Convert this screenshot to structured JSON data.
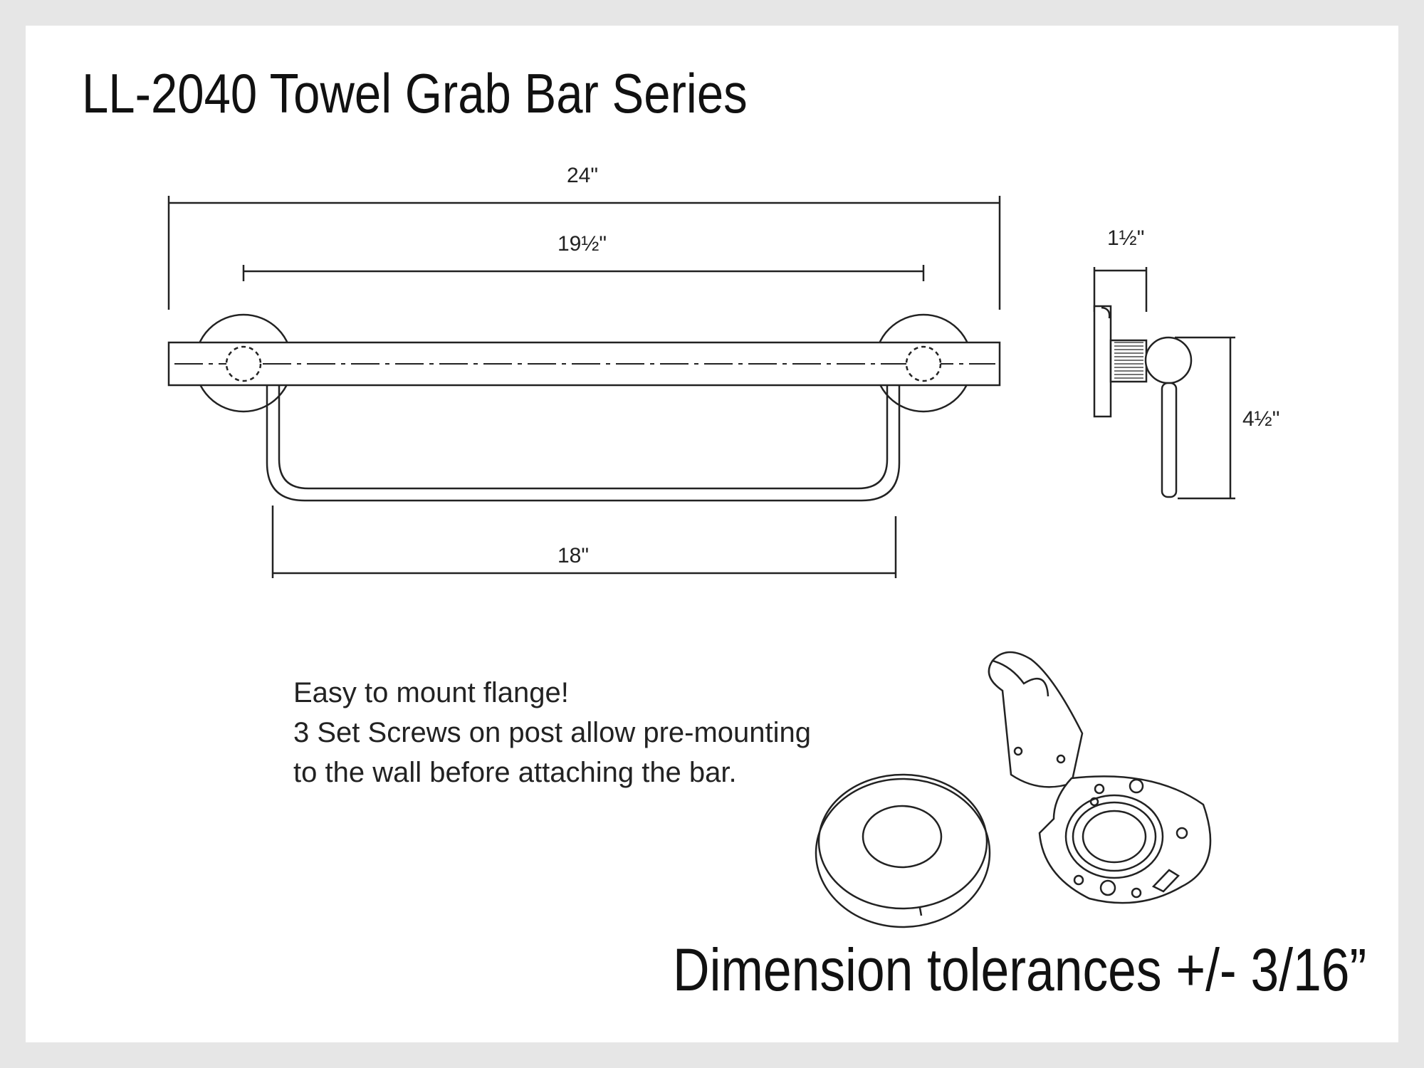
{
  "title": "LL-2040 Towel Grab Bar Series",
  "dimensions": {
    "overall_length": "24\"",
    "center_to_center": "19½\"",
    "towel_bar_length": "18\"",
    "projection": "1½\"",
    "height": "4½\""
  },
  "note": {
    "line1": "Easy to mount flange!",
    "line2": "3 Set Screws on post allow pre-mounting",
    "line3": "to the wall before attaching the bar."
  },
  "tolerance": "Dimension tolerances +/- 3/16”"
}
